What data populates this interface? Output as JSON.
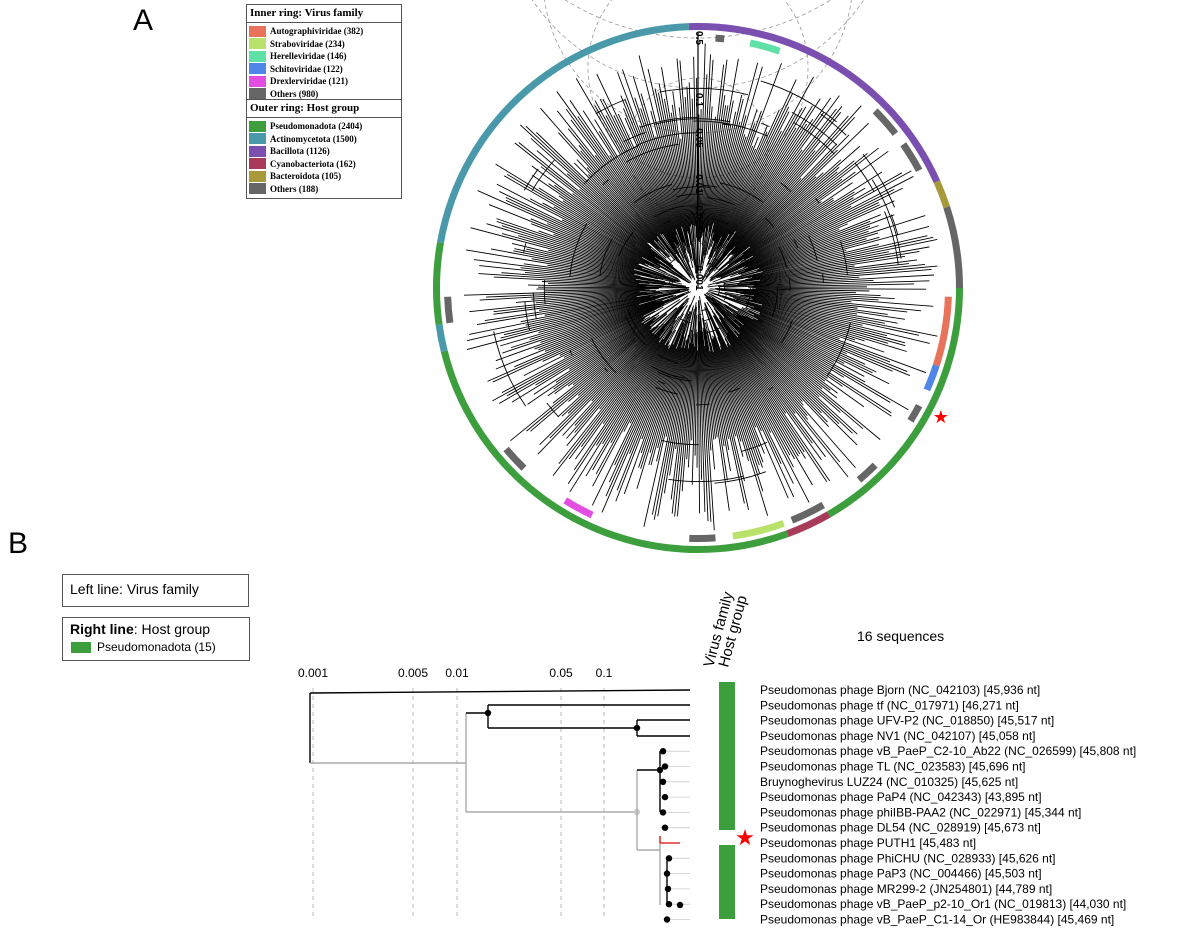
{
  "panel_a": {
    "label": "A",
    "legend_inner": {
      "title": "Inner ring: Virus family",
      "items": [
        {
          "label": "Autographiviridae (382)",
          "color": "#e8735a"
        },
        {
          "label": "Straboviridae (234)",
          "color": "#b9e26a"
        },
        {
          "label": "Herelleviridae (146)",
          "color": "#5ee0a6"
        },
        {
          "label": "Schitoviridae (122)",
          "color": "#4f86e8"
        },
        {
          "label": "Drexlerviridae (121)",
          "color": "#e24fe0"
        },
        {
          "label": "Others (980)",
          "color": "#666666"
        }
      ]
    },
    "legend_outer": {
      "title": "Outer ring: Host group",
      "items": [
        {
          "label": "Pseudomonadota (2404)",
          "color": "#3d9e3d"
        },
        {
          "label": "Actinomycetota (1500)",
          "color": "#4a99aa"
        },
        {
          "label": "Bacillota (1126)",
          "color": "#7a4fb0"
        },
        {
          "label": "Cyanobacteriota (162)",
          "color": "#a83a5a"
        },
        {
          "label": "Bacteroidota (105)",
          "color": "#a89a3a"
        },
        {
          "label": "Others (188)",
          "color": "#666666"
        }
      ]
    },
    "scale_labels": [
      "0.5",
      "0.1",
      "0.05",
      "0.01",
      "0.005",
      "0.001"
    ],
    "marker": "★",
    "marker_color": "#ff0000"
  },
  "panel_b": {
    "label": "B",
    "legend_left": "Left line: Virus family",
    "legend_right_bold": "Right line",
    "legend_right_rest": ": Host group",
    "legend_right_item": "Pseudomonadota (15)",
    "legend_right_color": "#3d9e3d",
    "col_virus_family": "Virus family",
    "col_host_group": "Host group",
    "sequence_count": "16 sequences",
    "scale_ticks": [
      "0.001",
      "0.005",
      "0.01",
      "0.05",
      "0.1"
    ],
    "leaves": [
      "Pseudomonas phage Bjorn (NC_042103) [45,936 nt]",
      "Pseudomonas phage tf (NC_017971) [46,271 nt]",
      "Pseudomonas phage UFV-P2 (NC_018850) [45,517 nt]",
      "Pseudomonas phage NV1 (NC_042107) [45,058 nt]",
      "Pseudomonas phage vB_PaeP_C2-10_Ab22 (NC_026599) [45,808 nt]",
      "Pseudomonas phage TL (NC_023583) [45,696 nt]",
      "Bruynoghevirus LUZ24 (NC_010325) [45,625 nt]",
      "Pseudomonas phage PaP4 (NC_042343) [43,895 nt]",
      "Pseudomonas phage phiIBB-PAA2 (NC_022971) [45,344 nt]",
      "Pseudomonas phage DL54 (NC_028919) [45,673 nt]",
      "Pseudomonas phage PUTH1 [45,483 nt]",
      "Pseudomonas phage PhiCHU (NC_028933) [45,626 nt]",
      "Pseudomonas phage PaP3 (NC_004466) [45,503 nt]",
      "Pseudomonas phage MR299-2 (JN254801) [44,789 nt]",
      "Pseudomonas phage vB_PaeP_p2-10_Or1 (NC_019813) [44,030 nt]",
      "Pseudomonas phage vB_PaeP_C1-14_Or (HE983844) [45,469 nt]"
    ],
    "highlight_leaf": "Pseudomonas phage PUTH1 [45,483 nt]",
    "marker": "★",
    "marker_color": "#ff0000"
  }
}
